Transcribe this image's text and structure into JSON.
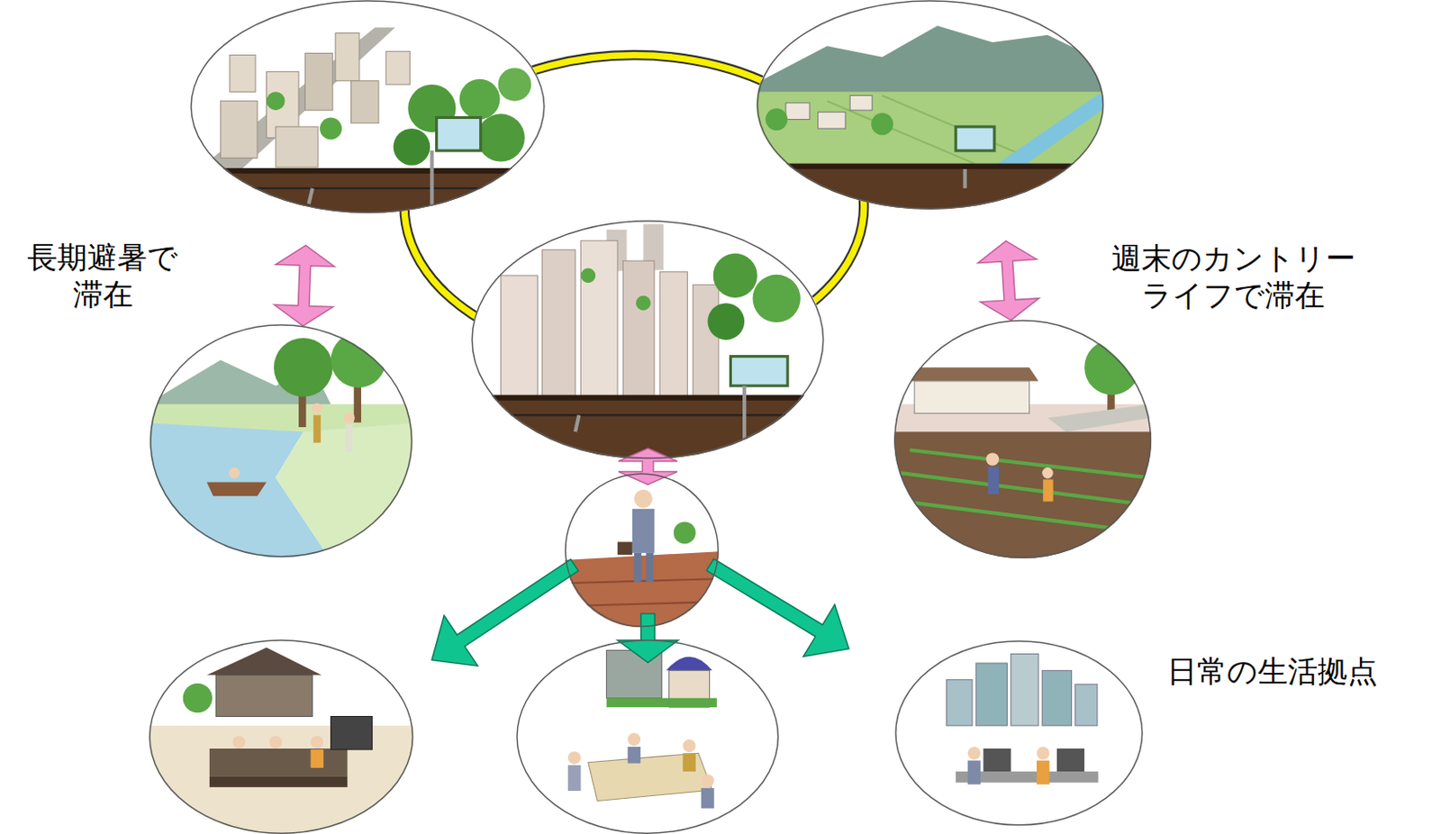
{
  "diagram": {
    "nodes": [
      {
        "text": []
      },
      {
        "text": []
      },
      {
        "text": []
      },
      {
        "text": []
      },
      {
        "text": []
      },
      {
        "text": []
      },
      {
        "text": []
      },
      {
        "text": []
      },
      {
        "text": []
      }
    ],
    "edges": [
      {
        "from": 0,
        "to": 3,
        "arrow": "both",
        "label": "長期避暑で 滞在"
      },
      {
        "from": 1,
        "to": 4,
        "arrow": "both",
        "label": "週末のカントリー ライフで滞在"
      },
      {
        "from": 2,
        "to": 5,
        "arrow": "both"
      },
      {
        "from": 5,
        "to": 6,
        "arrow": "to"
      },
      {
        "from": 5,
        "to": 7,
        "arrow": "to"
      },
      {
        "from": 5,
        "to": 8,
        "arrow": "to"
      }
    ],
    "labels": [
      "日常の生活拠点"
    ]
  }
}
